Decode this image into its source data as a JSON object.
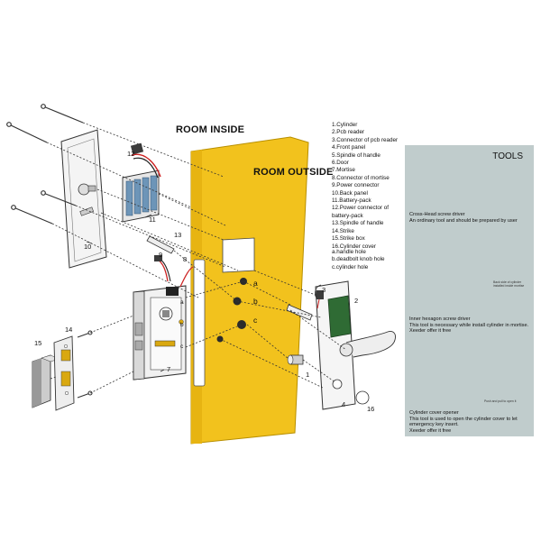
{
  "headings": {
    "room_inside": "ROOM INSIDE",
    "room_outside": "ROOM OUTSIDE"
  },
  "legend": [
    "1.Cylinder",
    "2.Pcb reader",
    "3.Connector of pcb reader",
    "4.Front panel",
    "5.Spindle of handle",
    "6.Door",
    "7.Mortise",
    "8.Connector of mortise",
    "9.Power connector",
    "10.Back panel",
    "11.Battery-pack",
    "12.Power connector of",
    "   battery-pack",
    "13.Spindle of handle",
    "14.Strike",
    "15.Strike box",
    "16.Cylinder cover"
  ],
  "holes": [
    "a.handle hole",
    "b.deadbolt knob hole",
    "c.cylinder hole"
  ],
  "part_numbers": [
    "1",
    "2",
    "3",
    "4",
    "7",
    "8",
    "9",
    "10",
    "11",
    "12",
    "13",
    "14",
    "15",
    "16"
  ],
  "hole_letters": [
    "a",
    "b",
    "c"
  ],
  "tools": {
    "title": "TOOLS",
    "items": [
      {
        "line1": "Cross-Head screw driver",
        "line2": "An ordinary tool and should be prepared by user"
      },
      {
        "line1": "Inner hexagon screw driver",
        "line2": "This tool is necessary while install cylinder in mortise.",
        "line3": "Xeeder offer it free"
      },
      {
        "line1": "Cylinder cover opener",
        "line2": "This tool is used to open the cylinder cover to let",
        "line3": "emergency key insert.",
        "line4": "Xeeder offer it free"
      }
    ],
    "hex_caption": "Back side of cylinder installed inside mortise",
    "opener_caption": "Push and pull to open it"
  },
  "colors": {
    "door": "#f2c21d",
    "door_dark": "#d9a810",
    "tools_bg": "#c0cccc",
    "pcb_reader": "#2f6b34",
    "strike_accent": "#d9a810",
    "wire_red": "#cc2222"
  },
  "icons": [
    "screwdriver-icon",
    "hex-key-icon",
    "cylinder-cover-opener-icon"
  ]
}
